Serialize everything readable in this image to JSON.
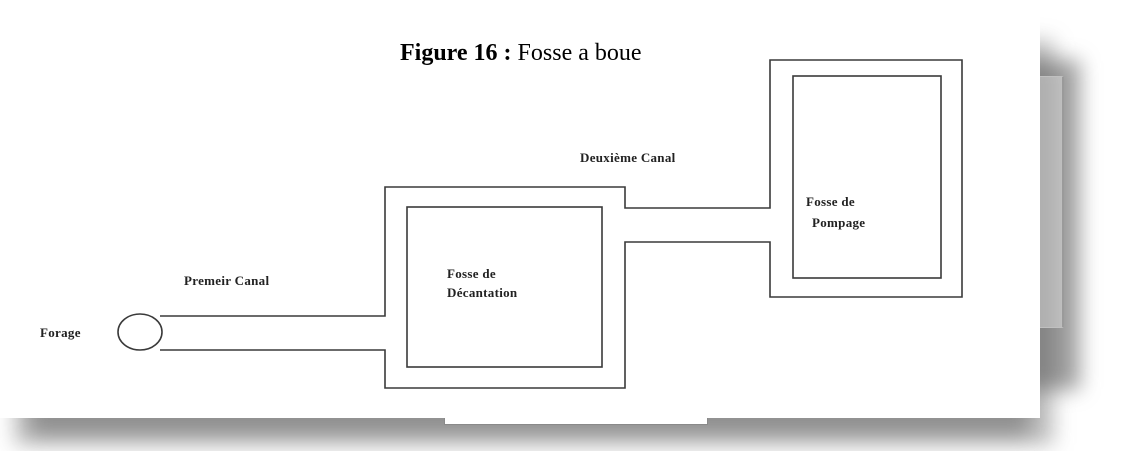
{
  "caption": {
    "label": "Figure 16 :",
    "text": " Fosse a boue"
  },
  "diagram": {
    "forage_label": "Forage",
    "premier_canal_label": "Premeir Canal",
    "deuxieme_canal_label": "Deuxième Canal",
    "fosse_decantation_line1": "Fosse de",
    "fosse_decantation_line2": "Décantation",
    "fosse_pompage_line1": "Fosse de",
    "fosse_pompage_line2": "Pompage"
  },
  "colors": {
    "line": "#3a3a3a",
    "text": "#222222",
    "background": "#ffffff"
  }
}
